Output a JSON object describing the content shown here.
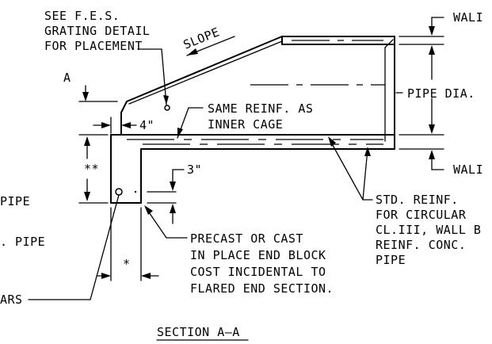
{
  "labels": {
    "fes_line1": "SEE F.E.S.",
    "fes_line2": "GRATING DETAIL",
    "fes_line3": "FOR PLACEMENT",
    "slope": "SLOPE",
    "a_mark": "A",
    "four_in": "4\"",
    "same_reinf_1": "SAME REINF. AS",
    "same_reinf_2": "INNER CAGE",
    "double_star": "**",
    "three_in": "3\"",
    "pipe_dia": "PIPE DIA.",
    "wall_top": "WALI",
    "wall_bottom": "WALI",
    "pipe_left_1": "PIPE",
    "pipe_left_2": ". PIPE",
    "bars_left": "ARS",
    "std_reinf_1": "STD. REINF.",
    "std_reinf_2": "FOR CIRCULAR",
    "std_reinf_3": "CL.III, WALL B",
    "std_reinf_4": "REINF. CONC.",
    "std_reinf_5": "PIPE",
    "precast_1": "PRECAST OR CAST",
    "precast_2": "IN PLACE END BLOCK",
    "precast_3": "COST INCIDENTAL TO",
    "precast_4": "FLARED END SECTION.",
    "single_star": "*",
    "section_title": "SECTION A–A"
  }
}
